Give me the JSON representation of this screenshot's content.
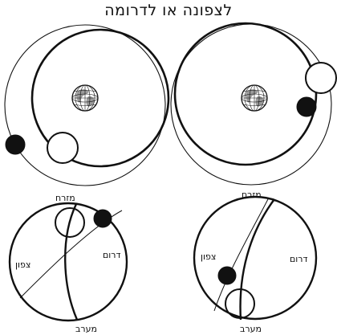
{
  "title": "לצפונה או לדרומה",
  "compass": {
    "east": "מזרח",
    "west": "מערב",
    "north": "צפון",
    "south": "דרום"
  },
  "colors": {
    "stroke": "#111111",
    "fill_black": "#111111",
    "fill_white": "#ffffff",
    "globe_land": "#9a9a9a"
  },
  "icons": {
    "earth": "earth-globe-icon"
  }
}
